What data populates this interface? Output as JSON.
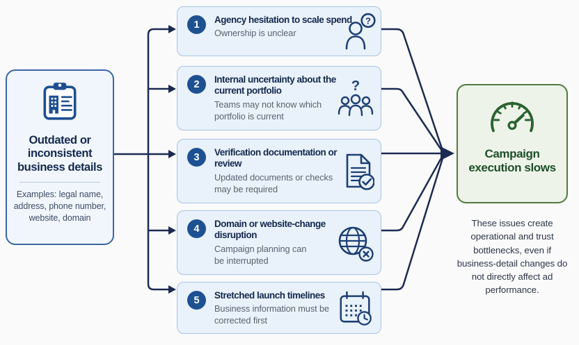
{
  "colors": {
    "background": "#fafafa",
    "navy_text": "#15294e",
    "badge_blue": "#1d5191",
    "issue_card_bg": "#e9f1fa",
    "issue_card_border": "#a6c4e4",
    "left_card_bg": "#f1f6fc",
    "left_card_border": "#3b66a6",
    "green_card_bg": "#eef3e9",
    "green_card_border": "#4f7b3c",
    "green_text": "#1d4e28",
    "connector": "#1b2a52",
    "muted_text": "#5a6372"
  },
  "glyphs": {
    "question_mark": "?"
  },
  "left_card": {
    "icon": "clipboard-building-icon",
    "title": "Outdated or inconsistent business details",
    "examples": "Examples: legal name, address, phone number, website, domain"
  },
  "issues": [
    {
      "number": "1",
      "title": "Agency hesitation to scale spend",
      "description": "Ownership is unclear",
      "icon": "person-question-icon"
    },
    {
      "number": "2",
      "title": "Internal uncertainty about the current portfolio",
      "description": "Teams may not know which portfolio is current",
      "icon": "people-question-icon"
    },
    {
      "number": "3",
      "title": "Verification documentation or review",
      "description": "Updated documents or checks may be required",
      "icon": "document-check-icon"
    },
    {
      "number": "4",
      "title": "Domain or website-change disruption",
      "description": "Campaign planning can be interrupted",
      "icon": "globe-x-icon"
    },
    {
      "number": "5",
      "title": "Stretched launch timelines",
      "description": "Business information must be corrected first",
      "icon": "calendar-clock-icon"
    }
  ],
  "outcome": {
    "icon": "gauge-icon",
    "title": "Campaign execution slows",
    "note": "These issues create operational and trust bottlenecks, even if business-detail changes do not directly affect ad performance."
  }
}
